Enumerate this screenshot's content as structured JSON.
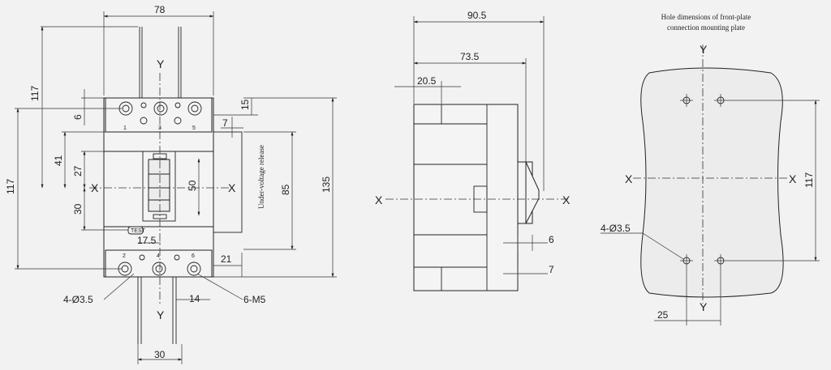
{
  "front_view": {
    "dims": {
      "width_78": "78",
      "h_117_top": "117",
      "h_117_left": "117",
      "d6": "6",
      "d41": "41",
      "d27": "27",
      "d30": "30",
      "d15": "15",
      "d7": "7",
      "d50": "50",
      "d85": "85",
      "d135": "135",
      "d17_5": "17.5",
      "d21": "21",
      "d14": "14",
      "d30_bottom": "30"
    },
    "axes": {
      "x_left": "X",
      "x_right": "X",
      "y_top": "Y",
      "y_bottom": "Y"
    },
    "terminals_top": [
      "1",
      "3",
      "5"
    ],
    "terminals_bottom": [
      "2",
      "4",
      "6"
    ],
    "labels": {
      "under_voltage": "Under-voltage release",
      "hole_callout": "4-Ø3.5",
      "screw_callout": "6-M5",
      "test_button": "TEST"
    }
  },
  "side_view": {
    "dims": {
      "d90_5": "90.5",
      "d73_5": "73.5",
      "d20_5": "20.5",
      "d6": "6",
      "d7": "7"
    },
    "axes": {
      "x_left": "X",
      "x_right": "X"
    }
  },
  "mounting_plate": {
    "title_line1": "Hole dimensions of front-plate",
    "title_line2": "connection mounting plate",
    "dims": {
      "d117": "117",
      "d25": "25"
    },
    "hole_callout": "4-Ø3.5",
    "axes": {
      "x_left": "X",
      "x_right": "X",
      "y_top": "Y",
      "y_bottom": "Y"
    }
  }
}
